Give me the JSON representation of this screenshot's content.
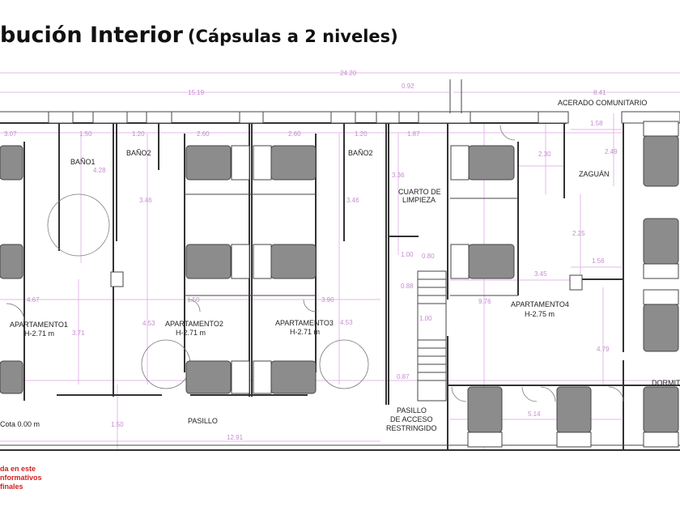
{
  "slide": {
    "title": "bución Interior",
    "subtitle": "(Cápsulas a 2 niveles)",
    "note_lines": [
      "da en este",
      "nformativos",
      "finales"
    ]
  },
  "plan": {
    "rooms": {
      "bano1": "BAÑO1",
      "bano2a": "BAÑO2",
      "bano2b": "BAÑO2",
      "cuarto_limpieza_1": "CUARTO DE",
      "cuarto_limpieza_2": "LIMPIEZA",
      "zaguan": "ZAGUÁN",
      "acerado": "ACERADO COMUNITARIO",
      "apt1": "APARTAMENTO1",
      "apt1_h": "H-2.71 m",
      "apt2": "APARTAMENTO2",
      "apt2_h": "H-2.71 m",
      "apt3": "APARTAMENTO3",
      "apt3_h": "H-2.71 m",
      "apt4": "APARTAMENTO4",
      "apt4_h": "H-2.75 m",
      "pasillo": "PASILLO",
      "pasillo_acceso_1": "PASILLO",
      "pasillo_acceso_2": "DE ACCESO",
      "pasillo_acceso_3": "RESTRINGIDO",
      "cota": "Cota 0.00 m",
      "dormit": "DORMIT"
    },
    "dimensions": {
      "total": "24.20",
      "d15_19": "15.19",
      "d0_92": "0.92",
      "d8_41": "8.41",
      "d3_07": "3.07",
      "d1_50a": "1.50",
      "d1_20a": "1.20",
      "d2_60a": "2.60",
      "d2_60b": "2.60",
      "d1_20b": "1.20",
      "d1_87": "1.87",
      "d1_58": "1.58",
      "d2_30": "2.30",
      "d2_49": "2.49",
      "d4_28": "4.28",
      "d3_46a": "3.46",
      "d3_46b": "3.46",
      "d3_36": "3.36",
      "d2_25": "2.25",
      "d1_56": "1.56",
      "d3_45": "3.45",
      "d1_00a": "1.00",
      "d0_80": "0.80",
      "d0_88": "0.88",
      "d1_00b": "1.00",
      "d9_76": "9.76",
      "d4_67": "4.67",
      "d1_50b": "1.50",
      "d3_90": "3.90",
      "d3_71": "3.71",
      "d4_53a": "4.53",
      "d4_53b": "4.53",
      "d4_79": "4.79",
      "d0_87": "0.87",
      "d5_14": "5.14",
      "d1_50c": "1.50",
      "d12_91": "12.91"
    }
  }
}
